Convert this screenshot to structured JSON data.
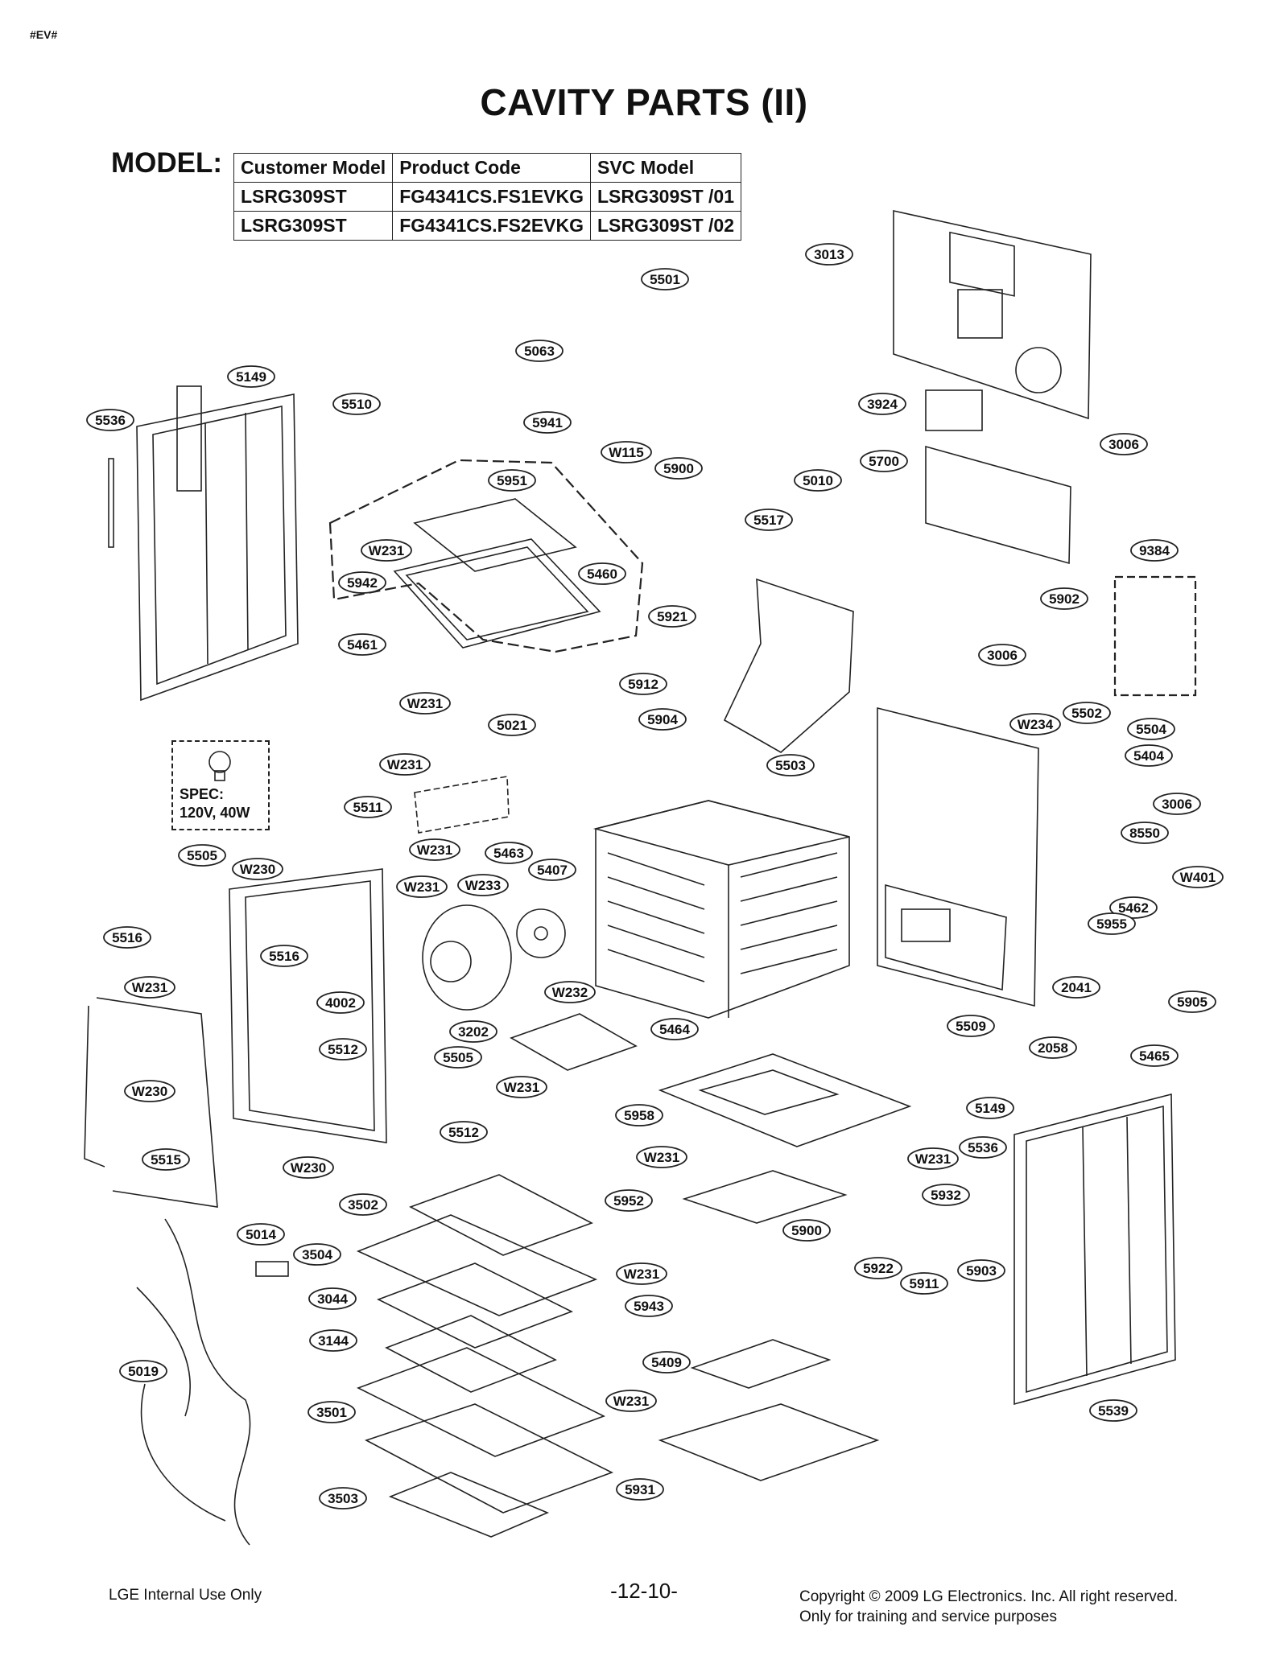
{
  "corner_tag": "#EV#",
  "title": "CAVITY PARTS (II)",
  "model_label": "MODEL:",
  "model_table": {
    "headers": [
      "Customer Model",
      "Product Code",
      "SVC Model"
    ],
    "rows": [
      [
        "LSRG309ST",
        "FG4341CS.FS1EVKG",
        "LSRG309ST /01"
      ],
      [
        "LSRG309ST",
        "FG4341CS.FS2EVKG",
        "LSRG309ST /02"
      ]
    ]
  },
  "spec": {
    "line1": "SPEC:",
    "line2": "120V, 40W"
  },
  "callouts": [
    "3013",
    "5501",
    "5063",
    "5149",
    "5510",
    "5536",
    "5941",
    "W115",
    "5900",
    "5010",
    "3924",
    "5700",
    "3006",
    "5951",
    "5517",
    "9384",
    "W231",
    "5942",
    "5460",
    "5921",
    "5902",
    "5461",
    "5912",
    "3006",
    "W231",
    "5904",
    "W234",
    "5502",
    "5504",
    "5404",
    "5021",
    "5503",
    "W231",
    "5511",
    "3006",
    "W231",
    "5463",
    "8550",
    "5505",
    "W230",
    "5407",
    "W231",
    "W233",
    "W401",
    "5462",
    "5516",
    "5516",
    "5955",
    "W231",
    "W232",
    "2041",
    "5905",
    "4002",
    "5509",
    "3202",
    "5464",
    "2058",
    "5465",
    "5512",
    "5505",
    "W231",
    "W230",
    "5958",
    "5149",
    "5512",
    "W231",
    "W231",
    "5536",
    "5515",
    "W230",
    "5932",
    "3502",
    "5952",
    "5014",
    "5900",
    "3504",
    "5922",
    "5903",
    "W231",
    "5911",
    "3044",
    "5943",
    "3144",
    "5409",
    "5019",
    "W231",
    "3501",
    "5539",
    "3503",
    "5931"
  ],
  "footer": {
    "left": "LGE Internal Use Only",
    "page": "-12-10-",
    "right_line1": "Copyright © 2009 LG Electronics. Inc. All right reserved.",
    "right_line2": "Only for training and service purposes"
  },
  "colors": {
    "ink": "#222222",
    "background": "#ffffff"
  }
}
